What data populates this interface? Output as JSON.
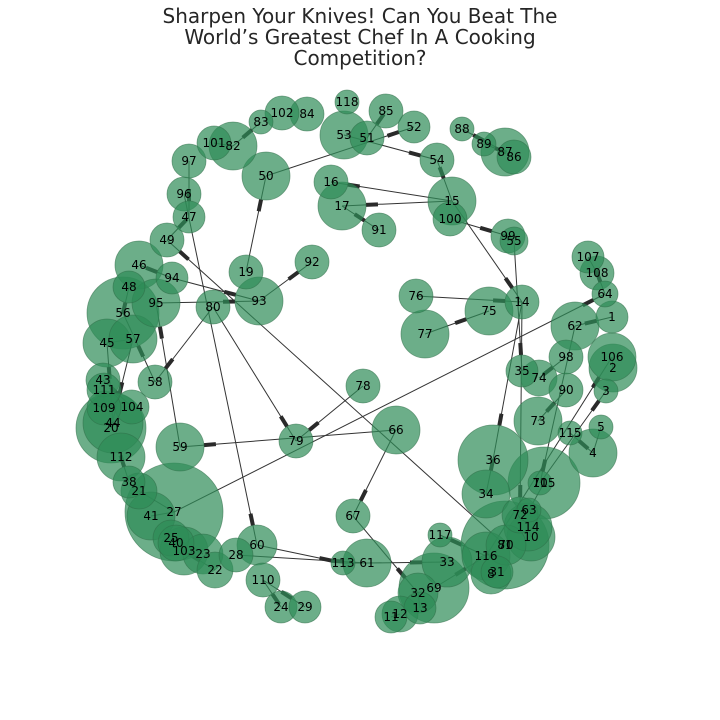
{
  "title": {
    "lines": [
      "Sharpen Your Knives! Can You Beat The",
      "World’s Greatest Chef In A Cooking",
      "Competition?"
    ]
  },
  "colors": {
    "node": "#2e8b57",
    "edge": "#333333"
  },
  "nodes": [
    {
      "id": "1",
      "size": 16
    },
    {
      "id": "2",
      "size": 24
    },
    {
      "id": "3",
      "size": 12
    },
    {
      "id": "4",
      "size": 24
    },
    {
      "id": "5",
      "size": 12
    },
    {
      "id": "8",
      "size": 20
    },
    {
      "id": "10",
      "size": 24
    },
    {
      "id": "11",
      "size": 16
    },
    {
      "id": "12",
      "size": 18
    },
    {
      "id": "13",
      "size": 16
    },
    {
      "id": "14",
      "size": 17
    },
    {
      "id": "15",
      "size": 24
    },
    {
      "id": "16",
      "size": 17
    },
    {
      "id": "17",
      "size": 24
    },
    {
      "id": "19",
      "size": 17
    },
    {
      "id": "20",
      "size": 35
    },
    {
      "id": "21",
      "size": 18
    },
    {
      "id": "22",
      "size": 18
    },
    {
      "id": "23",
      "size": 20
    },
    {
      "id": "24",
      "size": 16
    },
    {
      "id": "25",
      "size": 18
    },
    {
      "id": "27",
      "size": 49
    },
    {
      "id": "28",
      "size": 17
    },
    {
      "id": "29",
      "size": 16
    },
    {
      "id": "31",
      "size": 16
    },
    {
      "id": "32",
      "size": 20
    },
    {
      "id": "33",
      "size": 25
    },
    {
      "id": "34",
      "size": 24
    },
    {
      "id": "35",
      "size": 16
    },
    {
      "id": "36",
      "size": 35
    },
    {
      "id": "38",
      "size": 16
    },
    {
      "id": "40",
      "size": 18
    },
    {
      "id": "41",
      "size": 24
    },
    {
      "id": "43",
      "size": 17
    },
    {
      "id": "44",
      "size": 30
    },
    {
      "id": "45",
      "size": 24
    },
    {
      "id": "46",
      "size": 24
    },
    {
      "id": "47",
      "size": 16
    },
    {
      "id": "48",
      "size": 16
    },
    {
      "id": "49",
      "size": 17
    },
    {
      "id": "50",
      "size": 24
    },
    {
      "id": "51",
      "size": 17
    },
    {
      "id": "52",
      "size": 16
    },
    {
      "id": "53",
      "size": 24
    },
    {
      "id": "54",
      "size": 17
    },
    {
      "id": "55",
      "size": 14
    },
    {
      "id": "56",
      "size": 36
    },
    {
      "id": "57",
      "size": 24
    },
    {
      "id": "58",
      "size": 17
    },
    {
      "id": "59",
      "size": 24
    },
    {
      "id": "60",
      "size": 20
    },
    {
      "id": "61",
      "size": 24
    },
    {
      "id": "62",
      "size": 24
    },
    {
      "id": "63",
      "size": 12
    },
    {
      "id": "64",
      "size": 13
    },
    {
      "id": "66",
      "size": 24
    },
    {
      "id": "67",
      "size": 17
    },
    {
      "id": "69",
      "size": 35
    },
    {
      "id": "70",
      "size": 20
    },
    {
      "id": "71",
      "size": 12
    },
    {
      "id": "72",
      "size": 18
    },
    {
      "id": "73",
      "size": 24
    },
    {
      "id": "74",
      "size": 18
    },
    {
      "id": "75",
      "size": 24
    },
    {
      "id": "76",
      "size": 17
    },
    {
      "id": "77",
      "size": 24
    },
    {
      "id": "78",
      "size": 17
    },
    {
      "id": "79",
      "size": 17
    },
    {
      "id": "80",
      "size": 17
    },
    {
      "id": "81",
      "size": 44
    },
    {
      "id": "82",
      "size": 24
    },
    {
      "id": "83",
      "size": 12
    },
    {
      "id": "84",
      "size": 17
    },
    {
      "id": "85",
      "size": 17
    },
    {
      "id": "86",
      "size": 17
    },
    {
      "id": "87",
      "size": 24
    },
    {
      "id": "88",
      "size": 12
    },
    {
      "id": "89",
      "size": 12
    },
    {
      "id": "90",
      "size": 17
    },
    {
      "id": "91",
      "size": 17
    },
    {
      "id": "92",
      "size": 17
    },
    {
      "id": "93",
      "size": 24
    },
    {
      "id": "94",
      "size": 16
    },
    {
      "id": "95",
      "size": 24
    },
    {
      "id": "96",
      "size": 17
    },
    {
      "id": "97",
      "size": 17
    },
    {
      "id": "98",
      "size": 17
    },
    {
      "id": "99",
      "size": 17
    },
    {
      "id": "100",
      "size": 17
    },
    {
      "id": "101",
      "size": 17
    },
    {
      "id": "102",
      "size": 17
    },
    {
      "id": "103",
      "size": 24
    },
    {
      "id": "104",
      "size": 17
    },
    {
      "id": "105",
      "size": 36
    },
    {
      "id": "106",
      "size": 24
    },
    {
      "id": "107",
      "size": 16
    },
    {
      "id": "108",
      "size": 17
    },
    {
      "id": "109",
      "size": 17
    },
    {
      "id": "110",
      "size": 17
    },
    {
      "id": "111",
      "size": 17
    },
    {
      "id": "112",
      "size": 24
    },
    {
      "id": "113",
      "size": 12
    },
    {
      "id": "114",
      "size": 24
    },
    {
      "id": "115",
      "size": 12
    },
    {
      "id": "116",
      "size": 24
    },
    {
      "id": "117",
      "size": 12
    },
    {
      "id": "118",
      "size": 12
    }
  ],
  "edges": [
    [
      "80",
      "79"
    ],
    [
      "95",
      "93"
    ],
    [
      "94",
      "93"
    ],
    [
      "19",
      "50"
    ],
    [
      "93",
      "92"
    ],
    [
      "80",
      "58"
    ],
    [
      "96",
      "60"
    ],
    [
      "59",
      "95"
    ],
    [
      "58",
      "56"
    ],
    [
      "60",
      "113"
    ],
    [
      "28",
      "61"
    ],
    [
      "61",
      "33"
    ],
    [
      "27",
      "64"
    ],
    [
      "66",
      "67"
    ],
    [
      "66",
      "59"
    ],
    [
      "67",
      "32"
    ],
    [
      "78",
      "79"
    ],
    [
      "76",
      "14"
    ],
    [
      "77",
      "75"
    ],
    [
      "14",
      "36"
    ],
    [
      "14",
      "72"
    ],
    [
      "99",
      "55"
    ],
    [
      "55",
      "35"
    ],
    [
      "15",
      "16"
    ],
    [
      "15",
      "17"
    ],
    [
      "17",
      "91"
    ],
    [
      "50",
      "52"
    ],
    [
      "53",
      "54"
    ],
    [
      "54",
      "15"
    ],
    [
      "15",
      "14"
    ],
    [
      "85",
      "51"
    ],
    [
      "87",
      "89"
    ],
    [
      "88",
      "87"
    ],
    [
      "82",
      "83"
    ],
    [
      "81",
      "49"
    ],
    [
      "47",
      "49"
    ],
    [
      "46",
      "94"
    ],
    [
      "44",
      "45"
    ],
    [
      "57",
      "45"
    ],
    [
      "109",
      "111"
    ],
    [
      "43",
      "104"
    ],
    [
      "112",
      "38"
    ],
    [
      "21",
      "27"
    ],
    [
      "27",
      "41"
    ],
    [
      "25",
      "23"
    ],
    [
      "103",
      "22"
    ],
    [
      "110",
      "29"
    ],
    [
      "24",
      "110"
    ],
    [
      "113",
      "61"
    ],
    [
      "116",
      "117"
    ],
    [
      "116",
      "70"
    ],
    [
      "10",
      "114"
    ],
    [
      "63",
      "105"
    ],
    [
      "71",
      "3"
    ],
    [
      "4",
      "115"
    ],
    [
      "73",
      "90"
    ],
    [
      "74",
      "98"
    ],
    [
      "62",
      "1"
    ],
    [
      "2",
      "106"
    ],
    [
      "107",
      "108"
    ],
    [
      "108",
      "64"
    ],
    [
      "62",
      "71"
    ],
    [
      "5",
      "4"
    ],
    [
      "116",
      "106"
    ],
    [
      "36",
      "34"
    ],
    [
      "69",
      "116"
    ],
    [
      "12",
      "11"
    ],
    [
      "13",
      "32"
    ],
    [
      "8",
      "31"
    ],
    [
      "100",
      "99"
    ],
    [
      "101",
      "82"
    ],
    [
      "97",
      "47"
    ],
    [
      "56",
      "48"
    ],
    [
      "57",
      "20"
    ]
  ]
}
